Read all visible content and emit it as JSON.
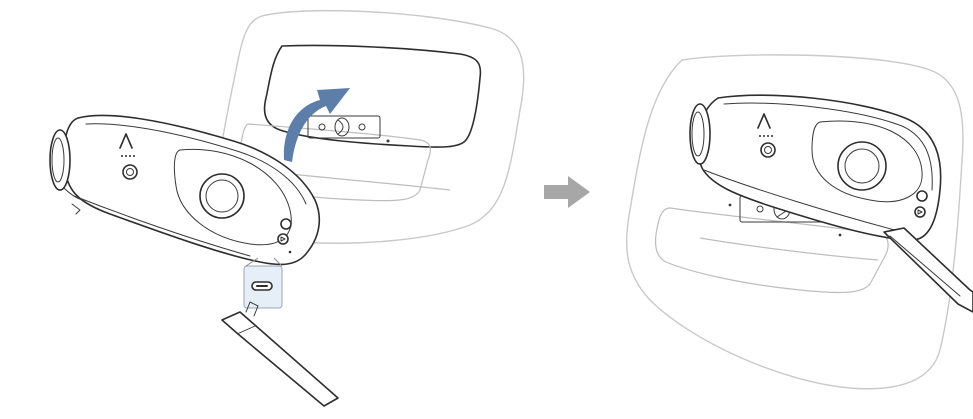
{
  "diagram": {
    "steps": [
      {
        "id": "step-1",
        "description_icon": "insert-controller-into-headset-slot"
      },
      {
        "id": "step-2",
        "description_icon": "controller-attached-to-headset"
      }
    ],
    "colors": {
      "arrow_blue": "#5e7eaa",
      "arrow_gray": "#a7a7a7",
      "outline": "#2e2e2e",
      "panel_outline": "#c9c9c9",
      "highlight_box": "#e6eef7"
    },
    "icons": {
      "logo": "chevron-a-logo-icon",
      "flip_arrow": "curved-flip-arrow-icon",
      "next_arrow": "right-arrow-icon",
      "usb_port": "usb-c-port-icon",
      "cable": "usb-cable-icon"
    }
  }
}
